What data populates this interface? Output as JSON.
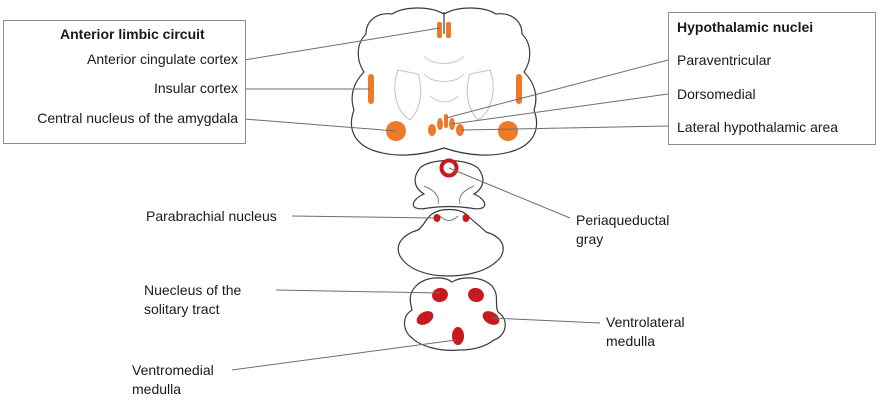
{
  "colors": {
    "orange": "#ee7a28",
    "red": "#c8191e",
    "outline": "#3a3a3a",
    "line": "#6e6e6e",
    "box_border": "#8c8c8c"
  },
  "anterior_limbic": {
    "title": "Anterior limbic circuit",
    "items": [
      "Anterior cingulate cortex",
      "Insular cortex",
      "Central nucleus of the amygdala"
    ]
  },
  "hypothalamic": {
    "title": "Hypothalamic nuclei",
    "items": [
      "Paraventricular",
      "Dorsomedial",
      "Lateral hypothalamic area"
    ]
  },
  "labels": {
    "parabrachial": "Parabrachial nucleus",
    "periaqueductal_1": "Periaqueductal",
    "periaqueductal_2": "gray",
    "nts_1": "Nuecleus of the",
    "nts_2": "solitary tract",
    "vlm_1": "Ventrolateral",
    "vlm_2": "medulla",
    "vmm_1": "Ventromedial",
    "vmm_2": "medulla"
  }
}
